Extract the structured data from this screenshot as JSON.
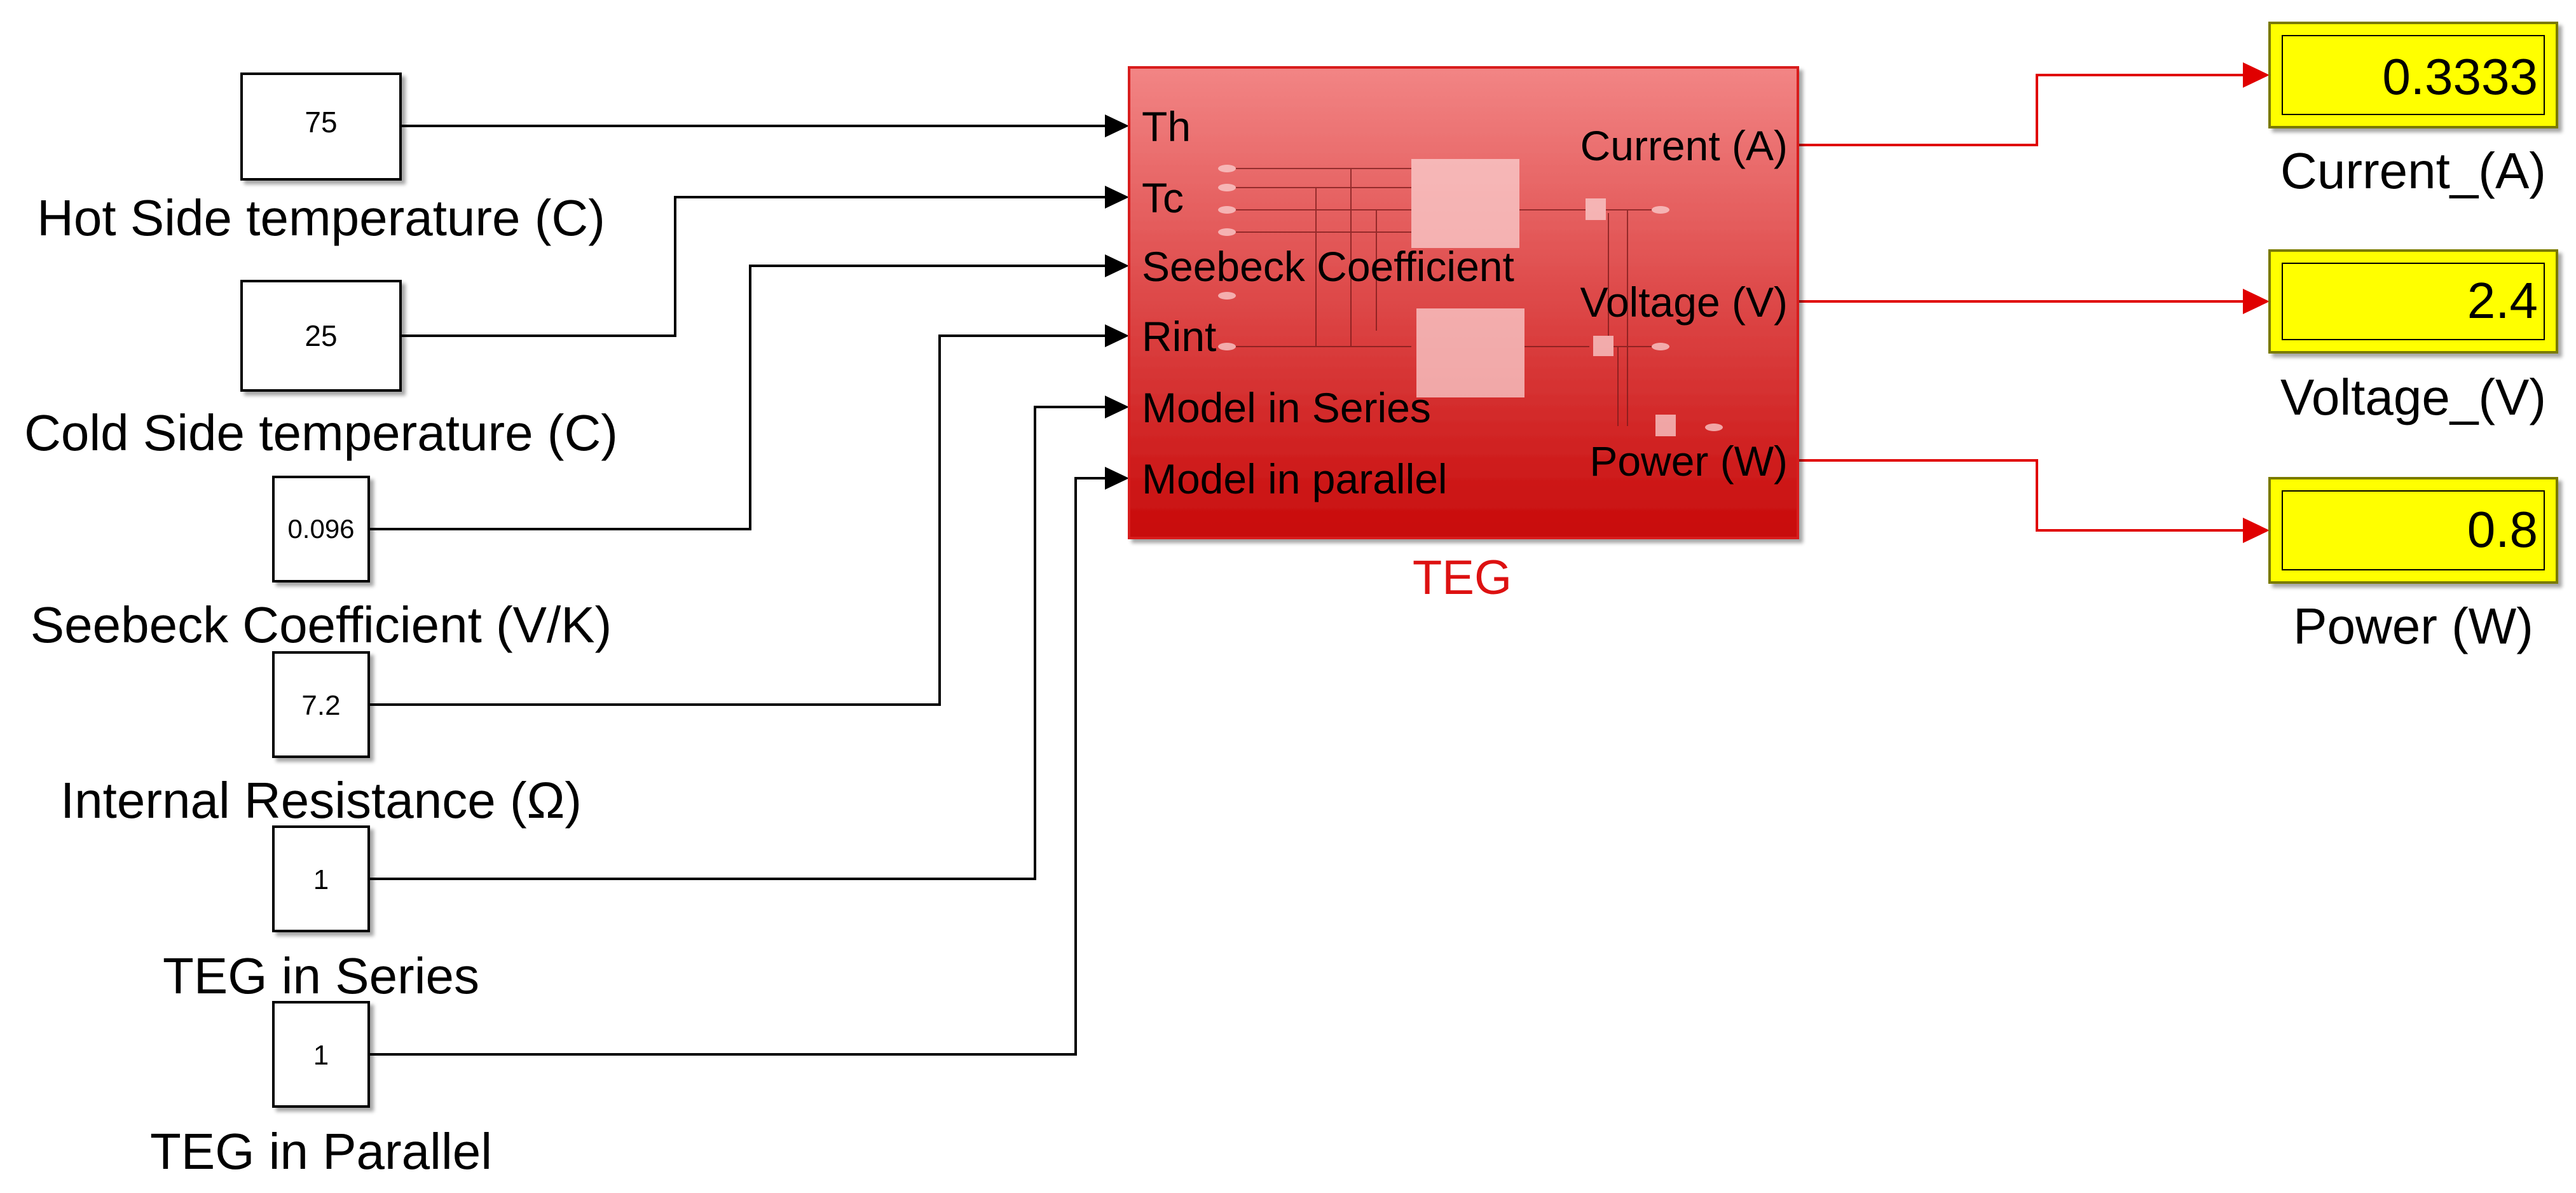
{
  "constants": [
    {
      "value": "75",
      "label": "Hot Side temperature (C)"
    },
    {
      "value": "25",
      "label": "Cold Side temperature (C)"
    },
    {
      "value": "0.096",
      "label": "Seebeck Coefficient (V/K)"
    },
    {
      "value": "7.2",
      "label": "Internal Resistance (Ω)"
    },
    {
      "value": "1",
      "label": "TEG in Series"
    },
    {
      "value": "1",
      "label": "TEG in Parallel"
    }
  ],
  "teg": {
    "name": "TEG",
    "inputs": [
      "Th",
      "Tc",
      "Seebeck Coefficient",
      "Rint",
      "Model in Series",
      "Model in parallel"
    ],
    "outputs": [
      "Current (A)",
      "Voltage (V)",
      "Power (W)"
    ]
  },
  "displays": [
    {
      "value": "0.3333",
      "label": "Current_(A)"
    },
    {
      "value": "2.4",
      "label": "Voltage_(V)"
    },
    {
      "value": "0.8",
      "label": "Power (W)"
    }
  ],
  "colors": {
    "wire_input": "#000000",
    "wire_output": "#e00000",
    "teg_top": "#f28585",
    "teg_bottom": "#c80a0a",
    "teg_border": "#d81c1c",
    "teg_label": "#dd1111",
    "display_fill": "#ffff00",
    "display_border": "#7a7a00"
  }
}
